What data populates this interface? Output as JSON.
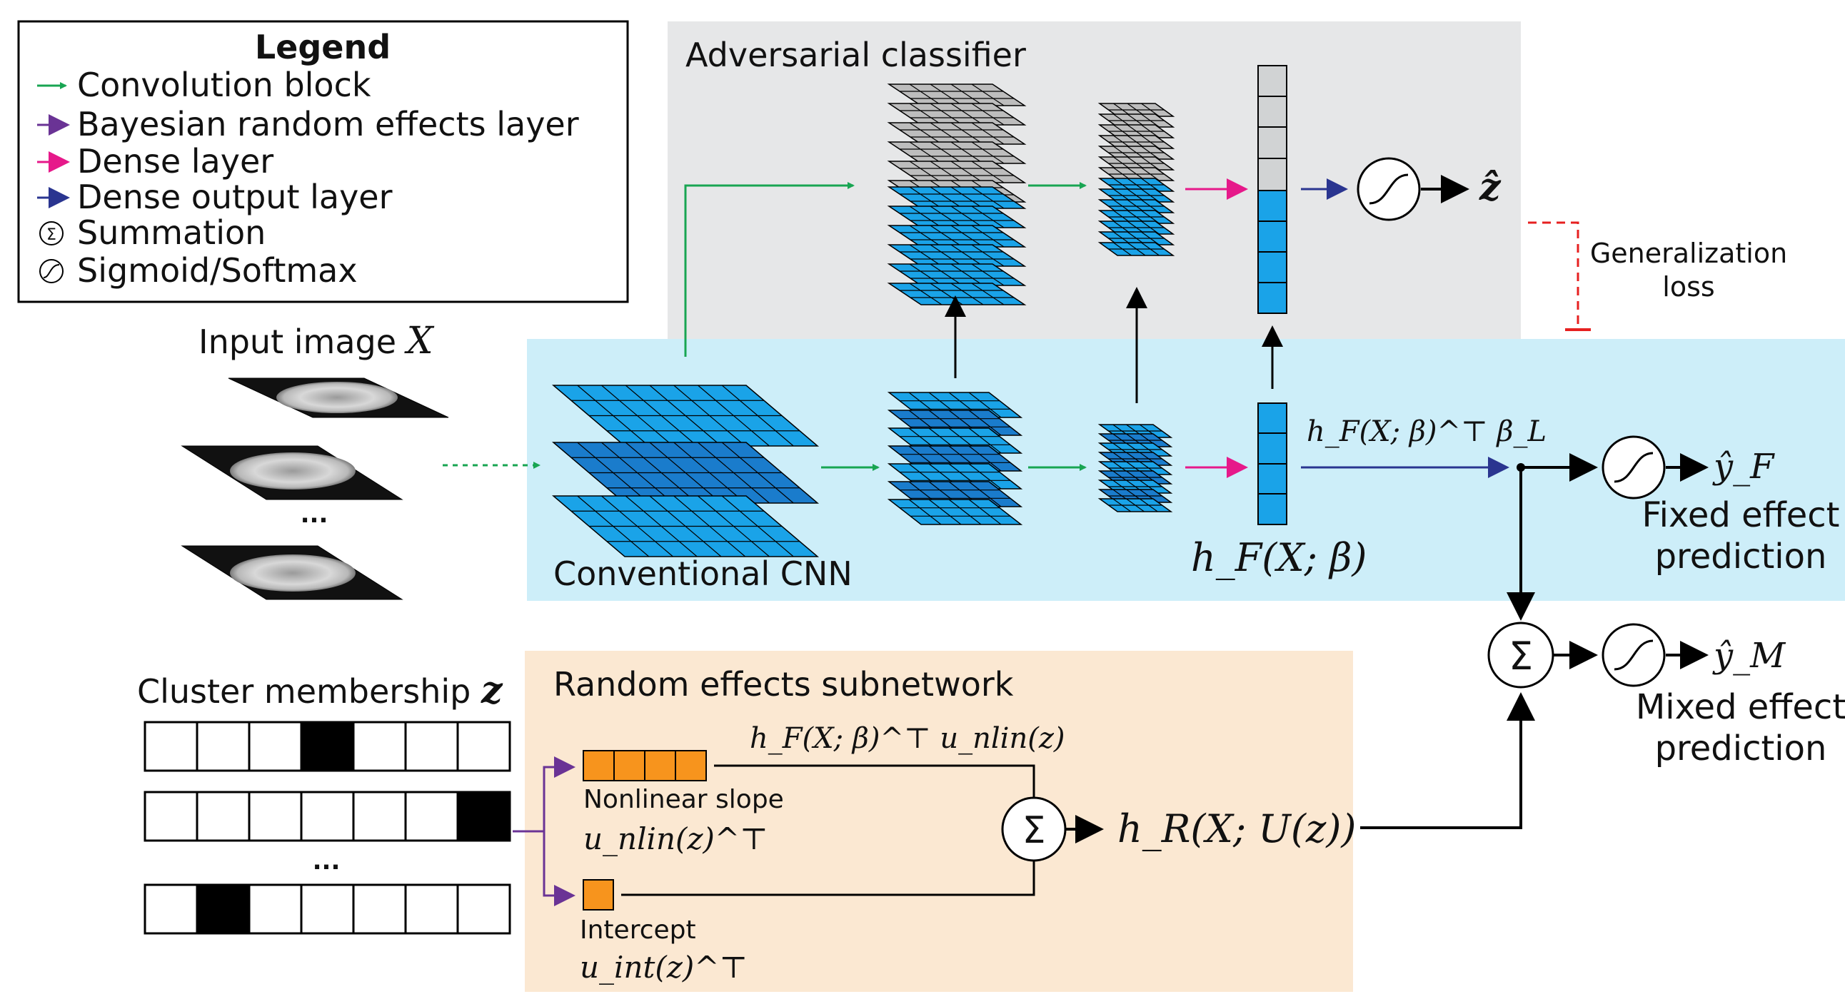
{
  "legend": {
    "title": "Legend",
    "items": [
      {
        "label": "Convolution block",
        "icon": "green-arrow-icon",
        "color": "#18a552"
      },
      {
        "label": "Bayesian random effects layer",
        "icon": "purple-arrow-icon",
        "color": "#6a3395"
      },
      {
        "label": "Dense layer",
        "icon": "magenta-arrow-icon",
        "color": "#e6198a"
      },
      {
        "label": "Dense output layer",
        "icon": "navy-arrow-icon",
        "color": "#2a3590"
      },
      {
        "label": "Summation",
        "icon": "summation-icon"
      },
      {
        "label": "Sigmoid/Softmax",
        "icon": "sigmoid-icon"
      }
    ]
  },
  "regions": {
    "adversarial": {
      "label": "Adversarial classifier",
      "color": "#e6e7e8"
    },
    "cnn": {
      "label": "Conventional CNN",
      "color": "#cdeef9"
    },
    "random_effects": {
      "label": "Random effects subnetwork",
      "color": "#fbe8d2"
    }
  },
  "input": {
    "label": "Input image",
    "var": "X",
    "ellipsis": "..."
  },
  "cluster": {
    "label": "Cluster membership",
    "var": "z",
    "ellipsis": "...",
    "rows": [
      [
        0,
        0,
        0,
        1,
        0,
        0,
        0
      ],
      [
        0,
        0,
        0,
        0,
        0,
        0,
        1
      ],
      [
        0,
        1,
        0,
        0,
        0,
        0,
        0
      ]
    ]
  },
  "math": {
    "hF": "h_F(X; β)",
    "hF_beta": "h_F(X; β)^⊤ β_L",
    "hF_unlin": "h_F(X; β)^⊤ u_nlin(z)",
    "hR": "h_R(X; U(z))",
    "z_hat": "ẑ",
    "yF_hat": "ŷ_F",
    "yM_hat": "ŷ_M",
    "u_nlin": "u_nlin(z)^⊤",
    "u_int": "u_int(z)^⊤"
  },
  "labels": {
    "nonlinear_slope": "Nonlinear slope",
    "intercept": "Intercept",
    "generalization_loss": [
      "Generalization",
      "loss"
    ],
    "fixed_effect": [
      "Fixed effect",
      "prediction"
    ],
    "mixed_effect": [
      "Mixed effect",
      "prediction"
    ]
  },
  "colors": {
    "blue": "#1aa3e8",
    "dark_blue": "#1a7ccc",
    "gray": "#bdbdbd",
    "orange": "#f7941d",
    "loss_red": "#e62020"
  }
}
